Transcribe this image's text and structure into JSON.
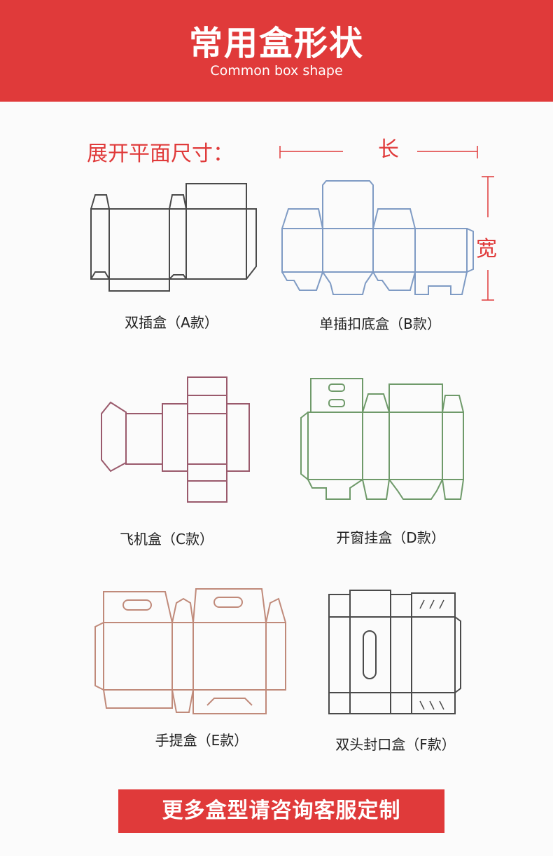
{
  "header": {
    "title": "常用盒形状",
    "subtitle": "Common box shape"
  },
  "dimensions": {
    "unfold_label": "展开平面尺寸：",
    "length_label": "长",
    "width_label": "宽"
  },
  "boxes": [
    {
      "caption": "双插盒（A款）",
      "color": "#4a4a4a"
    },
    {
      "caption": "单插扣底盒（B款）",
      "color": "#7f9bc4"
    },
    {
      "caption": "飞机盒（C款）",
      "color": "#9a5a6c"
    },
    {
      "caption": "开窗挂盒（D款）",
      "color": "#6f9a6a"
    },
    {
      "caption": "手提盒（E款）",
      "color": "#c08a7a"
    },
    {
      "caption": "双头封口盒（F款）",
      "color": "#4a4a4a"
    }
  ],
  "footer": {
    "cta": "更多盒型请咨询客服定制"
  }
}
